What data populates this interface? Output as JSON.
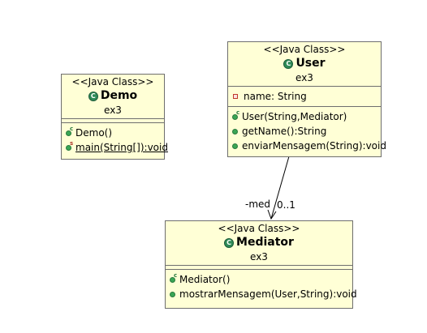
{
  "stereotype": "<<Java Class>>",
  "classes": {
    "demo": {
      "name": "Demo",
      "package": "ex3",
      "operations": [
        {
          "text": "Demo()",
          "visibility": "public",
          "marker": "c"
        },
        {
          "text": "main(String[]):void",
          "visibility": "public",
          "marker": "s"
        }
      ]
    },
    "user": {
      "name": "User",
      "package": "ex3",
      "attributes": [
        {
          "text": "name: String",
          "visibility": "private"
        }
      ],
      "operations": [
        {
          "text": "User(String,Mediator)",
          "visibility": "public",
          "marker": "c"
        },
        {
          "text": "getName():String",
          "visibility": "public"
        },
        {
          "text": "enviarMensagem(String):void",
          "visibility": "public"
        }
      ]
    },
    "mediator": {
      "name": "Mediator",
      "package": "ex3",
      "operations": [
        {
          "text": "Mediator()",
          "visibility": "public",
          "marker": "c"
        },
        {
          "text": "mostrarMensagem(User,String):void",
          "visibility": "public"
        }
      ]
    }
  },
  "association": {
    "role": "-med",
    "multiplicity": "0..1"
  },
  "icons": {
    "class": "class-c-icon",
    "public": "public-dot-icon",
    "private": "private-square-icon"
  },
  "colors": {
    "class_fill": "#ffffd6",
    "border": "#6e6e6e",
    "class_icon": "#2e8b57",
    "public": "#3aa655",
    "private": "#c0392b"
  }
}
